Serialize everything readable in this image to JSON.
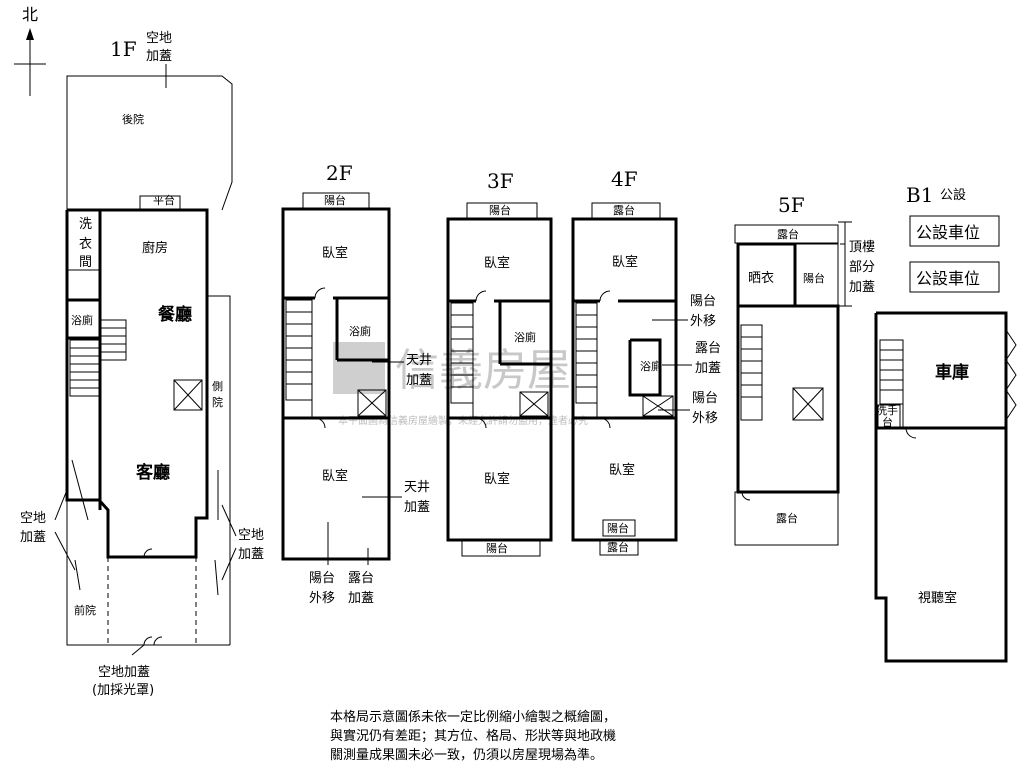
{
  "compass": {
    "north": "北"
  },
  "watermark": {
    "brand": "信義房屋",
    "small": "本平面圖為信義房屋繪製，未經允許請勿盜用，違者必究"
  },
  "floor_1f": {
    "title": "1F",
    "open_space": [
      "空地",
      "加蓋"
    ],
    "backyard": "後院",
    "platform": "平台",
    "laundry": [
      "洗",
      "衣",
      "間"
    ],
    "kitchen": "廚房",
    "dining": "餐廳",
    "bath": "浴廁",
    "side_yard": [
      "側",
      "院"
    ],
    "living": "客廳",
    "left_open": [
      "空地",
      "加蓋"
    ],
    "right_open": [
      "空地",
      "加蓋"
    ],
    "front_yard": "前院",
    "bottom_open": [
      "空地加蓋",
      "(加採光罩)"
    ]
  },
  "floor_2f": {
    "title": "2F",
    "balcony_top": "陽台",
    "bedroom_top": "臥室",
    "bath": "浴廁",
    "skylight_1": [
      "天井",
      "加蓋"
    ],
    "bedroom_bottom": "臥室",
    "skylight_2": [
      "天井",
      "加蓋"
    ],
    "balcony_moved": [
      "陽台",
      "外移"
    ],
    "terrace": [
      "露台",
      "加蓋"
    ]
  },
  "floor_3f": {
    "title": "3F",
    "balcony_top": "陽台",
    "bedroom_top": "臥室",
    "bath": "浴廁",
    "bedroom_bottom": "臥室",
    "balcony_bottom": "陽台"
  },
  "floor_4f": {
    "title": "4F",
    "terrace_top": "露台",
    "bedroom_top": "臥室",
    "balcony_moved_1": [
      "陽台",
      "外移"
    ],
    "terrace_added": [
      "露台",
      "加蓋"
    ],
    "bath": "浴廁",
    "balcony_moved_2": [
      "陽台",
      "外移"
    ],
    "bedroom_bottom": "臥室",
    "balcony_bottom": "陽台",
    "terrace_bottom": "露台"
  },
  "floor_5f": {
    "title": "5F",
    "terrace_top": "露台",
    "drying": "晒衣",
    "balcony": "陽台",
    "rooftop": [
      "頂樓",
      "部分",
      "加蓋"
    ],
    "terrace_bottom": "露台"
  },
  "floor_b1": {
    "title": "B1",
    "shared": "公設",
    "parking_1": "公設車位",
    "parking_2": "公設車位",
    "garage": "車庫",
    "wash": [
      "洗手",
      "台"
    ],
    "av_room": "視聽室"
  },
  "disclaimer": [
    "本格局示意圖係未依一定比例縮小繪製之概繪圖，",
    "與實況仍有差距；其方位、格局、形狀等與地政機",
    "關測量成果圖未必一致，仍須以房屋現場為準。"
  ]
}
